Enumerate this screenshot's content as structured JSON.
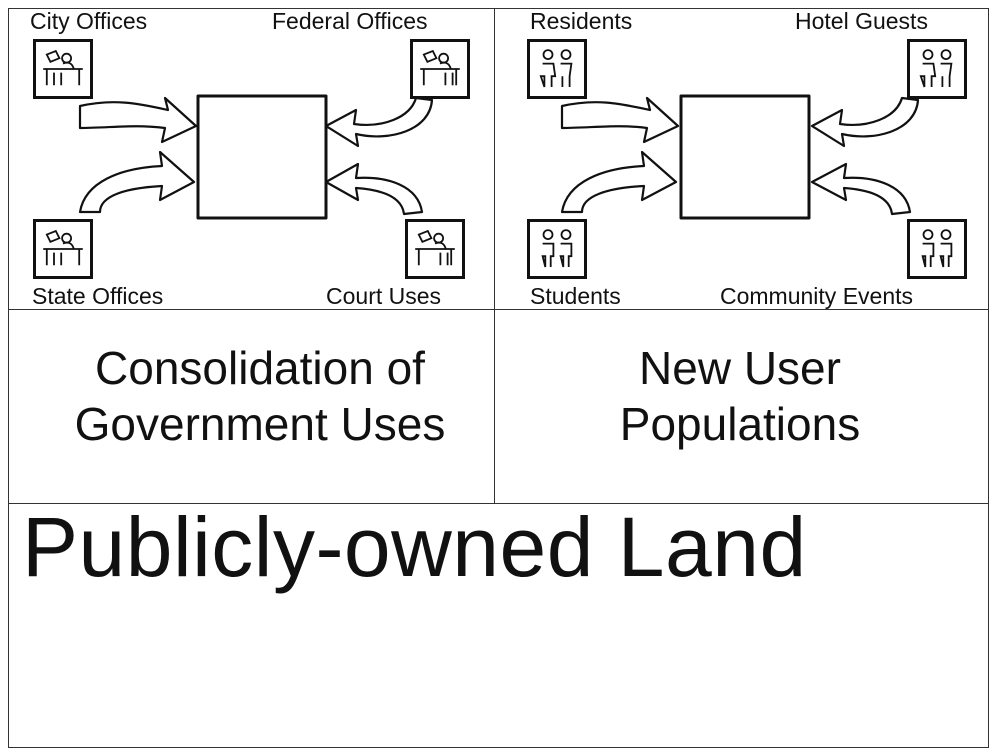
{
  "government": {
    "top_left_label": "City Offices",
    "top_right_label": "Federal Offices",
    "bottom_left_label": "State Offices",
    "bottom_right_label": "Court Uses",
    "caption_line1": "Consolidation of",
    "caption_line2": "Government Uses",
    "icon_type": "office-desk-icon"
  },
  "populations": {
    "top_left_label": "Residents",
    "top_right_label": "Hotel Guests",
    "bottom_left_label": "Students",
    "bottom_right_label": "Community Events",
    "caption_line1": "New User",
    "caption_line2": "Populations",
    "icon_type": "people-icon"
  },
  "footer": {
    "title": "Publicly-owned Land"
  },
  "colors": {
    "line": "#111111",
    "background": "#ffffff"
  }
}
